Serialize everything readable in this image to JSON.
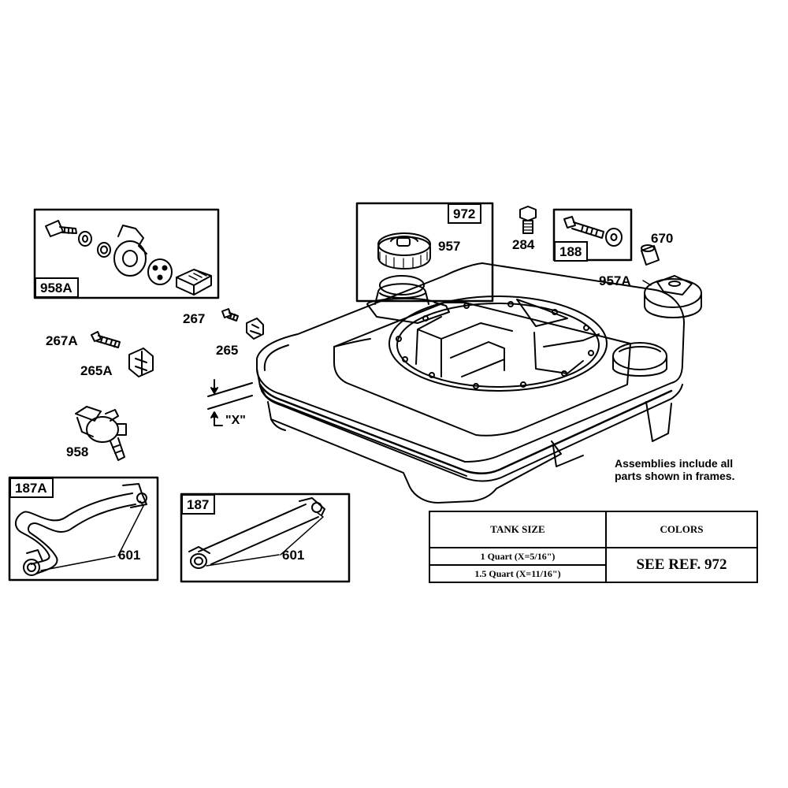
{
  "labels": {
    "p958A": "958A",
    "p267": "267",
    "p265": "265",
    "p267A": "267A",
    "p265A": "265A",
    "p958": "958",
    "p972": "972",
    "p957": "957",
    "p284": "284",
    "p188": "188",
    "p670": "670",
    "p957A": "957A",
    "x_marker": "\"X\"",
    "p187A": "187A",
    "p601_left": "601",
    "p187": "187",
    "p601_right": "601"
  },
  "note": {
    "line1": "Assemblies include all",
    "line2": "parts shown in frames."
  },
  "table": {
    "header_size": "TANK SIZE",
    "header_colors": "COLORS",
    "row1_size": "1 Quart (X=5/16\")",
    "row2_size": "1.5 Quart (X=11/16\")",
    "colors_value": "SEE REF. 972"
  }
}
